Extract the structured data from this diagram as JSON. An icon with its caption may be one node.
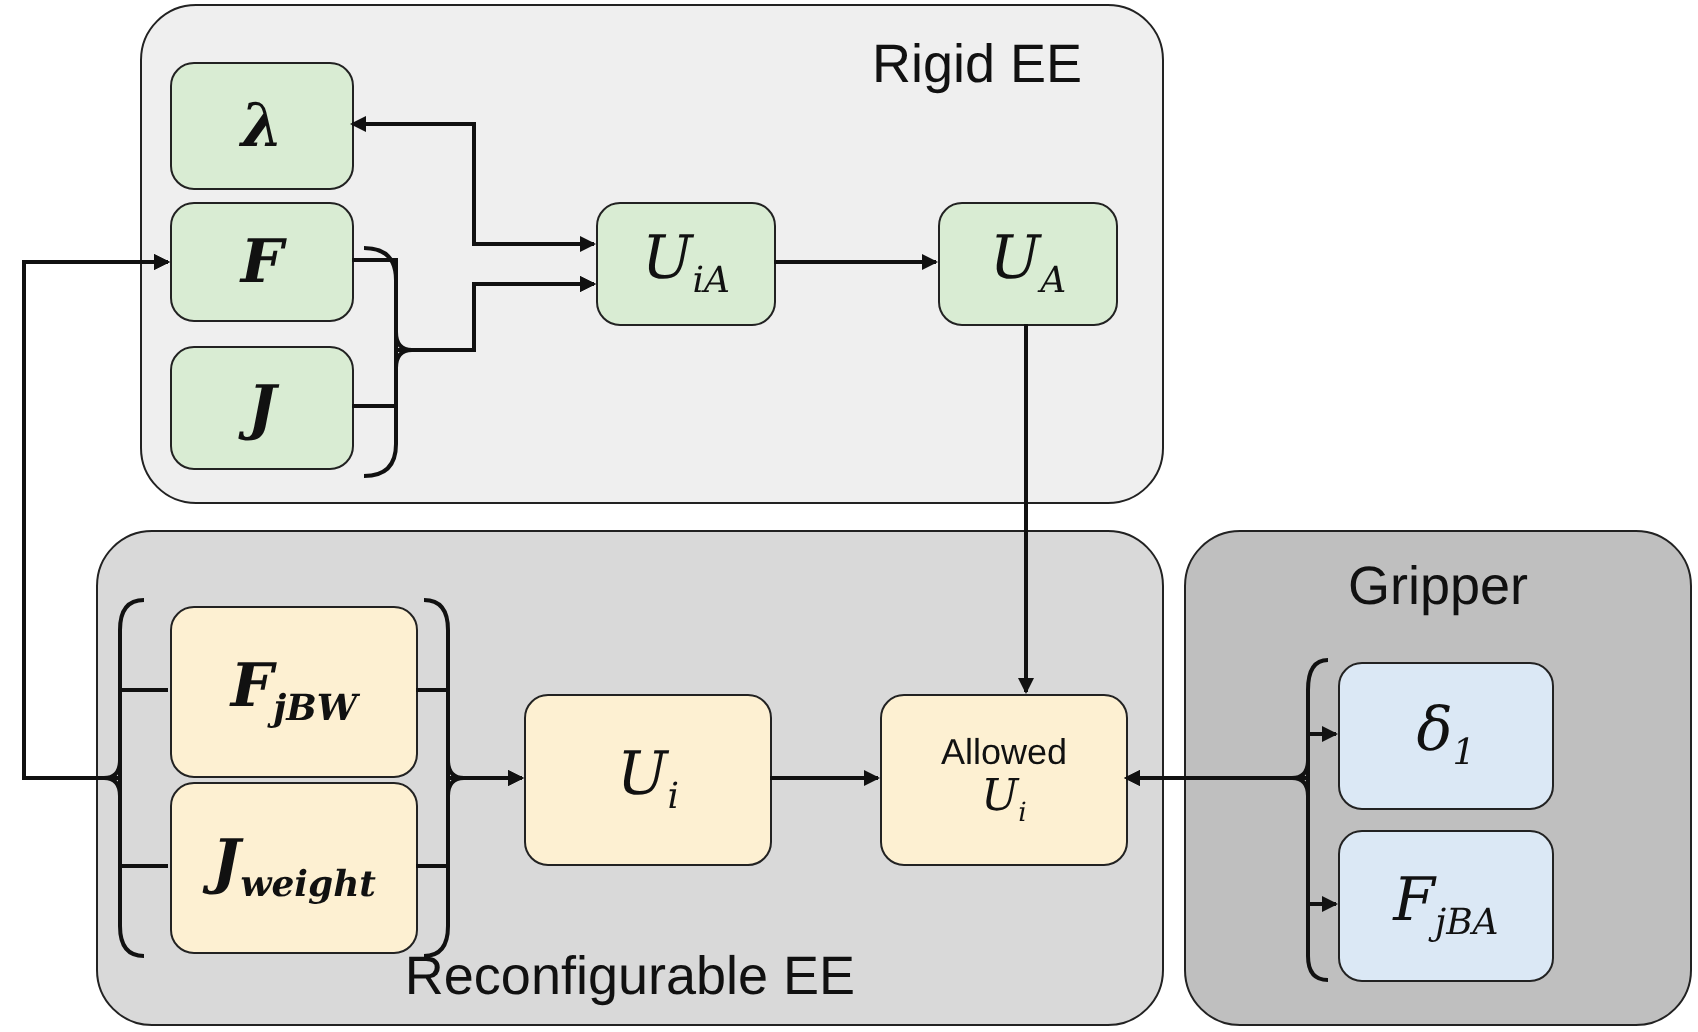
{
  "diagram": {
    "nodes": [
      {
        "text": [
          "Rigid EE"
        ]
      },
      {
        "text": [
          "**λ**"
        ],
        "in": 0
      },
      {
        "text": [
          "**F**"
        ],
        "in": 0
      },
      {
        "text": [
          "**J**"
        ],
        "in": 0
      },
      {
        "text": [
          "*U*$_{iA}$"
        ],
        "in": 0
      },
      {
        "text": [
          "*U*$_{A}$"
        ],
        "in": 0
      },
      {
        "text": [
          "Reconfigurable EE"
        ]
      },
      {
        "text": [
          "**F**$_{jBW}$"
        ],
        "in": 6
      },
      {
        "text": [
          "**J**$_{weight}$"
        ],
        "in": 6
      },
      {
        "text": [
          "*U*$_{i}$"
        ],
        "in": 6
      },
      {
        "text": [
          "Allowed",
          "*U*$_{i}$"
        ],
        "in": 6
      },
      {
        "text": [
          "Gripper"
        ]
      },
      {
        "text": [
          "*δ*$_{1}$"
        ],
        "in": 11
      },
      {
        "text": [
          "*F*$_{jBA}$"
        ],
        "in": 11
      }
    ],
    "edges": [
      {
        "from": 1,
        "to": 4,
        "arrow": "both"
      },
      {
        "from": 2,
        "to": 4,
        "arrow": "to"
      },
      {
        "from": 3,
        "to": 4,
        "arrow": "to"
      },
      {
        "from": 4,
        "to": 5,
        "arrow": "to"
      },
      {
        "from": 5,
        "to": 10,
        "arrow": "to"
      },
      {
        "from": 7,
        "to": 9,
        "arrow": "to"
      },
      {
        "from": 8,
        "to": 9,
        "arrow": "to"
      },
      {
        "from": 9,
        "to": 10,
        "arrow": "to"
      },
      {
        "from": 10,
        "to": 12,
        "arrow": "both"
      },
      {
        "from": 10,
        "to": 13,
        "arrow": "both"
      },
      {
        "from": 7,
        "to": 2,
        "arrow": "to"
      },
      {
        "from": 8,
        "to": 2,
        "arrow": "to"
      }
    ]
  }
}
